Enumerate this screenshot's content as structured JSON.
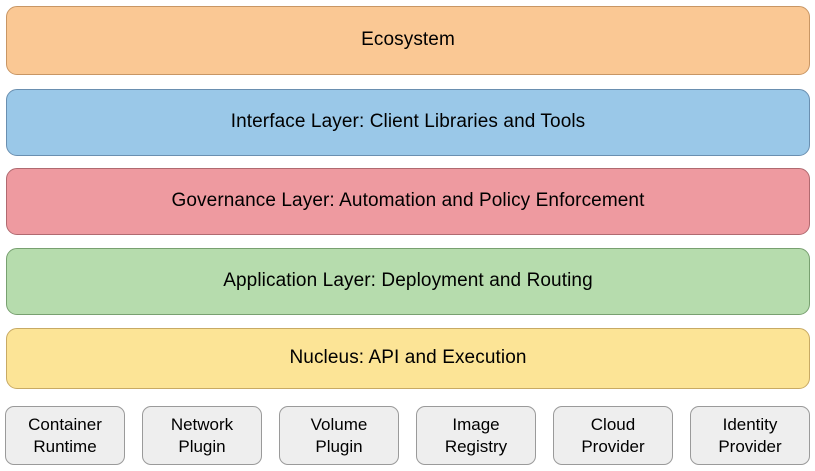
{
  "diagram": {
    "type": "layered-architecture-stack",
    "background_color": "#ffffff",
    "layers": [
      {
        "id": "ecosystem",
        "label": "Ecosystem",
        "fill": "#fac894",
        "border": "#c89664"
      },
      {
        "id": "interface",
        "label": "Interface Layer: Client Libraries and Tools",
        "fill": "#9ac8e8",
        "border": "#6a8fb0"
      },
      {
        "id": "governance",
        "label": "Governance Layer: Automation and Policy Enforcement",
        "fill": "#ee9aa0",
        "border": "#b06a70"
      },
      {
        "id": "application",
        "label": "Application Layer: Deployment and Routing",
        "fill": "#b6dcad",
        "border": "#78a070"
      },
      {
        "id": "nucleus",
        "label": "Nucleus: API and Execution",
        "fill": "#fce496",
        "border": "#c8aa64"
      }
    ],
    "components": [
      {
        "id": "container-runtime",
        "line1": "Container",
        "line2": "Runtime"
      },
      {
        "id": "network-plugin",
        "line1": "Network",
        "line2": "Plugin"
      },
      {
        "id": "volume-plugin",
        "line1": "Volume",
        "line2": "Plugin"
      },
      {
        "id": "image-registry",
        "line1": "Image",
        "line2": "Registry"
      },
      {
        "id": "cloud-provider",
        "line1": "Cloud",
        "line2": "Provider"
      },
      {
        "id": "identity-provider",
        "line1": "Identity",
        "line2": "Provider"
      }
    ],
    "component_fill": "#eeeeee",
    "component_border": "#9a9a9a"
  }
}
